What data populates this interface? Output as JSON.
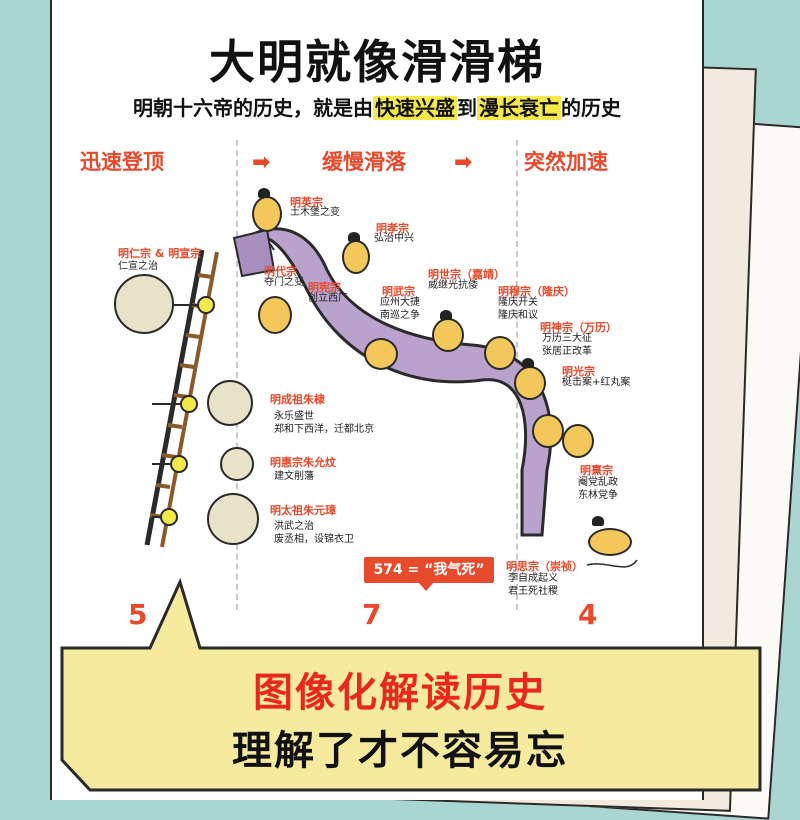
{
  "header": {
    "title": "大明就像滑滑梯",
    "subtitle_pre": "明朝十六帝的历史，就是由",
    "subtitle_hl1": "快速兴盛",
    "subtitle_mid": "到",
    "subtitle_hl2": "漫长衰亡",
    "subtitle_post": "的历史"
  },
  "phases": [
    {
      "label": "迅速登顶",
      "count": "5"
    },
    {
      "label": "缓慢滑落",
      "count": "7"
    },
    {
      "label": "突然加速",
      "count": "4"
    }
  ],
  "arrow_glyph": "➡",
  "emperors": [
    {
      "name": "明英宗",
      "events": [
        "土木堡之变"
      ]
    },
    {
      "name": "明孝宗",
      "events": [
        "弘治中兴"
      ]
    },
    {
      "name": "明仁宗 & 明宣宗",
      "events": [
        "仁宣之治"
      ]
    },
    {
      "name": "明代宗",
      "events": [
        "夺门之变"
      ]
    },
    {
      "name": "明宪宗",
      "events": [
        "创立西厂"
      ]
    },
    {
      "name": "明武宗",
      "events": [
        "应州大捷",
        "南巡之争"
      ]
    },
    {
      "name": "明世宗（嘉靖）",
      "events": [
        "威继光抗倭"
      ]
    },
    {
      "name": "明穆宗（隆庆）",
      "events": [
        "隆庆开关",
        "隆庆和议"
      ]
    },
    {
      "name": "明神宗（万历）",
      "events": [
        "万历三大征",
        "张居正改革"
      ]
    },
    {
      "name": "明光宗",
      "events": [
        "梃击案+红丸案"
      ]
    },
    {
      "name": "明成祖朱棣",
      "events": [
        "永乐盛世",
        "郑和下西洋，迁都北京"
      ]
    },
    {
      "name": "明惠宗朱允炆",
      "events": [
        "建文削藩"
      ]
    },
    {
      "name": "明太祖朱元璋",
      "events": [
        "洪武之治",
        "废丞相，设锦衣卫"
      ]
    },
    {
      "name": "明熹宗",
      "events": [
        "阉党乱政",
        "东林党争"
      ]
    },
    {
      "name": "明思宗（崇祯）",
      "events": [
        "李自成起义",
        "君王死社稷"
      ]
    }
  ],
  "badge": "574 = “我气死”",
  "footer": {
    "line1": "图像化解读历史",
    "line2": "理解了才不容易忘"
  },
  "colors": {
    "accent": "#e84a2c",
    "highlight": "#f5e94a",
    "slide": "#b9a3cc",
    "background": "#a9d6d0"
  }
}
